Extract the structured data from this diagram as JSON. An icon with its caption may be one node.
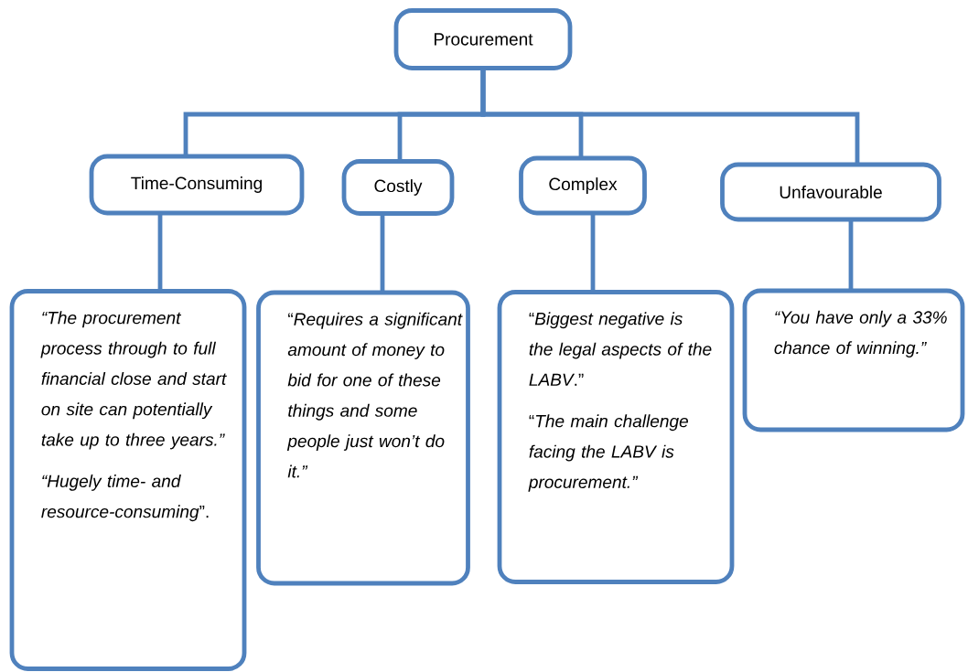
{
  "diagram": {
    "nodes": [
      {
        "text": [
          "Procurement"
        ]
      },
      {
        "text": [
          "Time-Consuming"
        ]
      },
      {
        "text": [
          "Costly"
        ]
      },
      {
        "text": [
          "Complex"
        ]
      },
      {
        "text": [
          "Unfavourable"
        ]
      },
      {
        "text": [
          "*“The procurement process through to full financial close and start on site can potentially take up to three years.”*",
          "*“Hugely time- and resource-consuming*”."
        ]
      },
      {
        "text": [
          "“*Requires a significant amount of money to bid for one of these things and some people just won’t do it.”*"
        ]
      },
      {
        "text": [
          "“*Biggest negative is the legal aspects of the LABV*.”",
          "“*The main challenge facing the LABV is procurement.”*"
        ]
      },
      {
        "text": [
          "*“You have only a 33% chance of winning.”*"
        ]
      }
    ],
    "edges": [
      {
        "from": 0,
        "to": 1,
        "arrow": "none"
      },
      {
        "from": 0,
        "to": 2,
        "arrow": "none"
      },
      {
        "from": 0,
        "to": 3,
        "arrow": "none"
      },
      {
        "from": 0,
        "to": 4,
        "arrow": "none"
      },
      {
        "from": 1,
        "to": 5,
        "arrow": "none"
      },
      {
        "from": 2,
        "to": 6,
        "arrow": "none"
      },
      {
        "from": 3,
        "to": 7,
        "arrow": "none"
      },
      {
        "from": 4,
        "to": 8,
        "arrow": "none"
      }
    ]
  }
}
